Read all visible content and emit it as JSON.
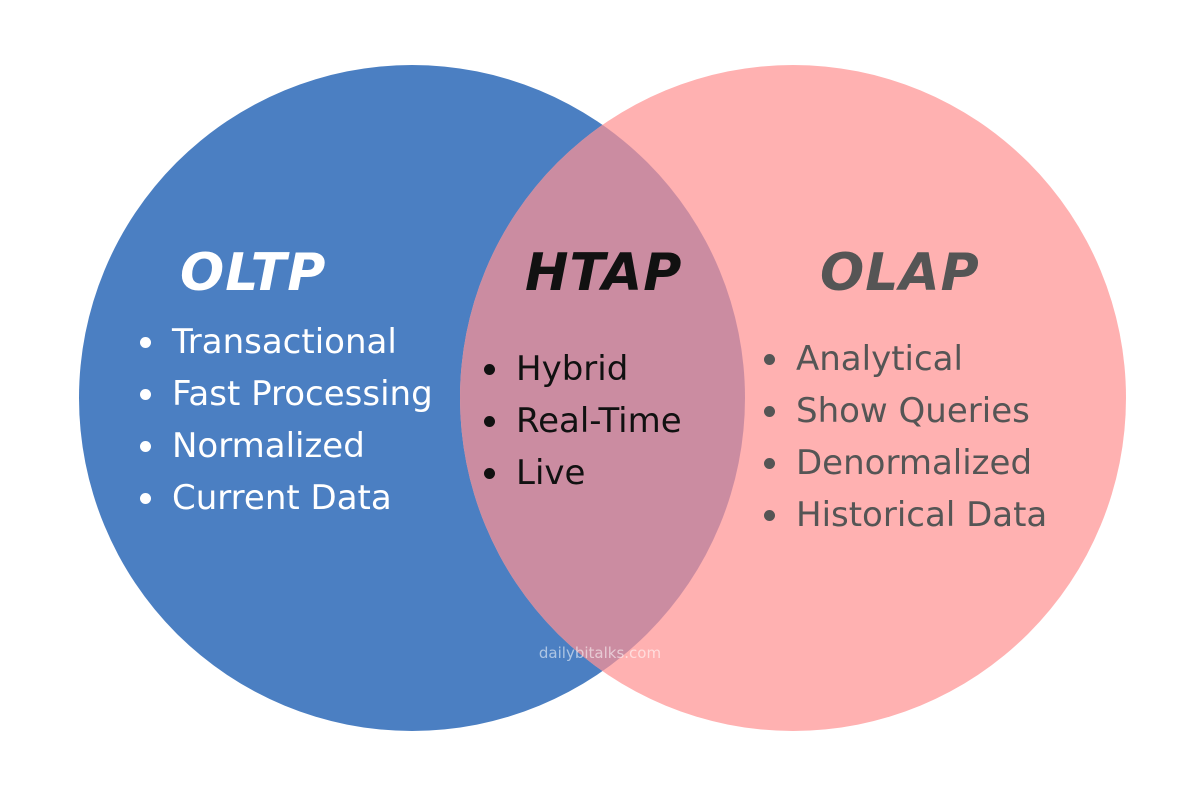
{
  "colors": {
    "oltp_circle": "#4b7fc2",
    "olap_circle": "#ffb1b1",
    "overlap": "#cb8ca1",
    "oltp_text": "#ffffff",
    "htap_text": "#111111",
    "olap_text": "#555555"
  },
  "oltp": {
    "title": "OLTP",
    "items": [
      "Transactional",
      "Fast Processing",
      "Normalized",
      "Current Data"
    ]
  },
  "htap": {
    "title": "HTAP",
    "items": [
      "Hybrid",
      "Real-Time",
      "Live"
    ]
  },
  "olap": {
    "title": "OLAP",
    "items": [
      "Analytical",
      "Show Queries",
      "Denormalized",
      "Historical Data"
    ]
  },
  "watermark": "dailybitalks.com"
}
